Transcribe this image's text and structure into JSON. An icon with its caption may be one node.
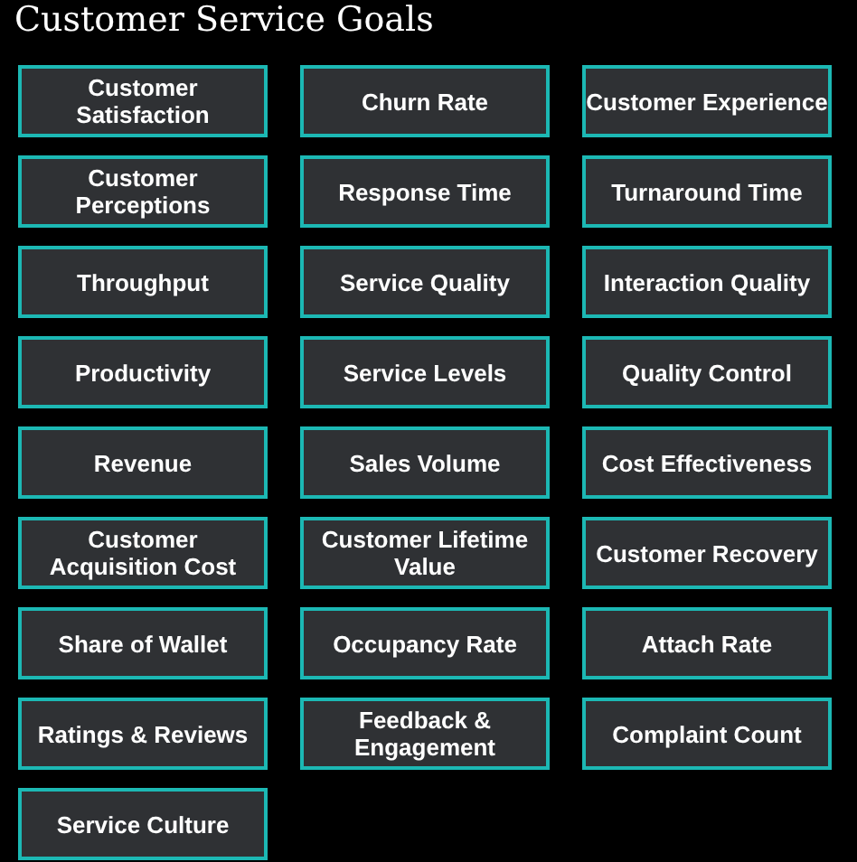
{
  "diagram": {
    "title": "Customer Service Goals",
    "nodes": [
      {
        "text": [
          "Customer Satisfaction"
        ]
      },
      {
        "text": [
          "Churn Rate"
        ]
      },
      {
        "text": [
          "Customer Experience"
        ]
      },
      {
        "text": [
          "Customer Perceptions"
        ]
      },
      {
        "text": [
          "Response Time"
        ]
      },
      {
        "text": [
          "Turnaround Time"
        ]
      },
      {
        "text": [
          "Throughput"
        ]
      },
      {
        "text": [
          "Service Quality"
        ]
      },
      {
        "text": [
          "Interaction Quality"
        ]
      },
      {
        "text": [
          "Productivity"
        ]
      },
      {
        "text": [
          "Service Levels"
        ]
      },
      {
        "text": [
          "Quality Control"
        ]
      },
      {
        "text": [
          "Revenue"
        ]
      },
      {
        "text": [
          "Sales Volume"
        ]
      },
      {
        "text": [
          "Cost Effectiveness"
        ]
      },
      {
        "text": [
          "Customer Acquisition Cost"
        ]
      },
      {
        "text": [
          "Customer Lifetime Value"
        ]
      },
      {
        "text": [
          "Customer Recovery"
        ]
      },
      {
        "text": [
          "Share of Wallet"
        ]
      },
      {
        "text": [
          "Occupancy Rate"
        ]
      },
      {
        "text": [
          "Attach Rate"
        ]
      },
      {
        "text": [
          "Ratings & Reviews"
        ]
      },
      {
        "text": [
          "Feedback & Engagement"
        ]
      },
      {
        "text": [
          "Complaint Count"
        ]
      },
      {
        "text": [
          "Service Culture"
        ]
      }
    ],
    "edges": []
  }
}
